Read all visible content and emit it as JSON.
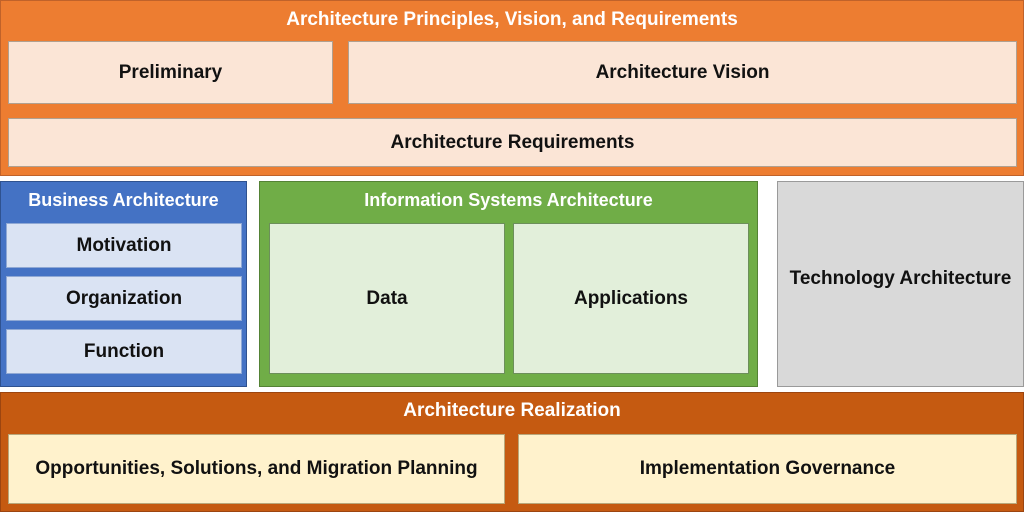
{
  "top": {
    "title": "Architecture Principles, Vision, and Requirements",
    "preliminary": "Preliminary",
    "vision": "Architecture Vision",
    "requirements": "Architecture Requirements"
  },
  "business": {
    "title": "Business Architecture",
    "items": [
      "Motivation",
      "Organization",
      "Function"
    ]
  },
  "information_systems": {
    "title": "Information Systems Architecture",
    "items": [
      "Data",
      "Applications"
    ]
  },
  "technology": {
    "title": "Technology Architecture"
  },
  "realization": {
    "title": "Architecture Realization",
    "opportunities": "Opportunities, Solutions, and Migration Planning",
    "governance": "Implementation Governance"
  },
  "colors": {
    "orange": "#ed7d31",
    "blue": "#4472c4",
    "green": "#70ad47",
    "gray": "#d9d9d9",
    "dark_orange": "#c55a11"
  }
}
